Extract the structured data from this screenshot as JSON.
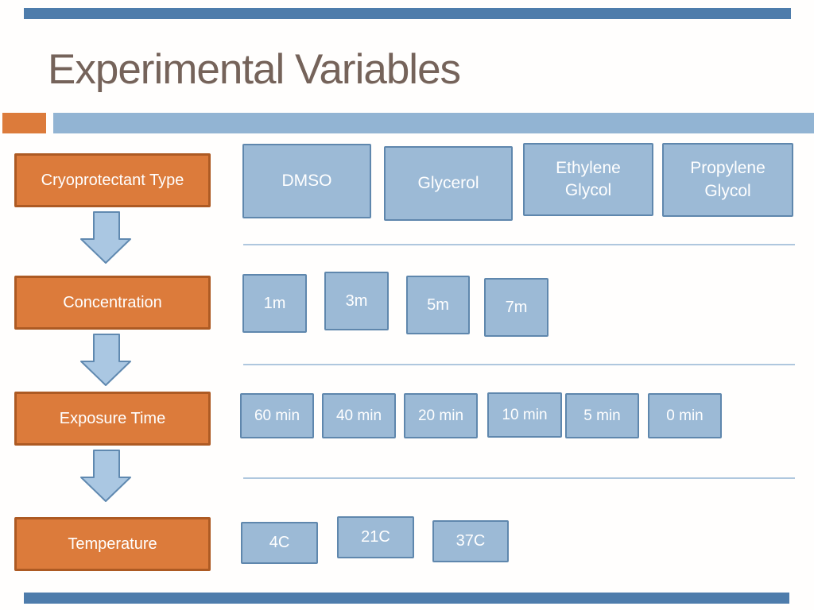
{
  "slide": {
    "title": "Experimental Variables",
    "rows": [
      {
        "label": "Cryoprotectant Type",
        "options": [
          "DMSO",
          "Glycerol",
          "Ethylene Glycol",
          "Propylene Glycol"
        ]
      },
      {
        "label": "Concentration",
        "options": [
          "1m",
          "3m",
          "5m",
          "7m"
        ]
      },
      {
        "label": "Exposure Time",
        "options": [
          "60 min",
          "40 min",
          "20 min",
          "10 min",
          "5 min",
          "0 min"
        ]
      },
      {
        "label": "Temperature",
        "options": [
          "4C",
          "21C",
          "37C"
        ]
      }
    ]
  },
  "colors": {
    "orange_fill": "#dc7b3b",
    "orange_border": "#ad5a23",
    "blue_fill": "#9cbad6",
    "blue_border": "#5f87ad",
    "arrow_fill": "#aac7e2",
    "arrow_border": "#6089b0",
    "accent_blue": "#92b4d3",
    "divider": "#afc7de",
    "edge_bar": "#4e7cab",
    "title_color": "#75635a",
    "box_text": "#ffffff"
  }
}
